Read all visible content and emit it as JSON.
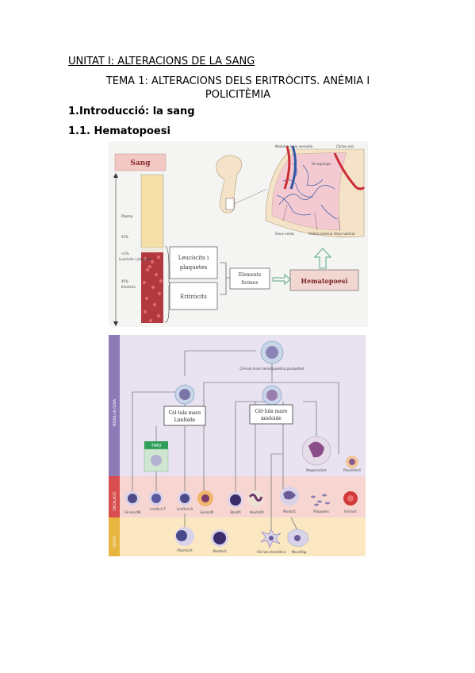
{
  "document": {
    "unit_title": "UNITAT I: ALTERACIONS DE LA SANG",
    "topic_title": "TEMA 1: ALTERACIONS DELS ERITRÒCITS. ANÉMIA I POLICITÈMIA",
    "section_intro": "1.Introducció: la sang",
    "section_hematopoesi": "1.1. Hematopoesi"
  },
  "figure1": {
    "sang_label": "Sang",
    "percent_55": "55%",
    "percent_lt1": "<1%",
    "percent_45": "45%",
    "plasma_caption": "Plasma",
    "leukocytes_caption": "Leucòcits i plaquetes",
    "rbc_caption": "Eritròcits",
    "box_leukocytes": "Leucòcits i plaquetes",
    "box_rbc": "Eritròcits",
    "box_elements": "Elements formes",
    "box_hematopoesi": "Hematopoesi",
    "bone_labels": {
      "red_marrow": "Medul·la òssia vermella",
      "cortical_bone": "Còrtex ossi",
      "trabecular_bone": "Os esponjós",
      "venous_sinus": "Sinus venós",
      "nutrient_artery": "Artèria nutrícia",
      "nutrient_vein": "Vena nutrícia"
    }
  },
  "figure2": {
    "side_bands": [
      "MEDUL·LA ÒSSIA",
      "CIRCULACIÓ",
      "TEIXITS"
    ],
    "stem_cell": "Cèl·lula mare hematopoètica pluripotent",
    "lymphoid_box": "Cèl·lula mare Limfoide",
    "myeloid_box": "Cèl·lula mare mieloide",
    "thymus": "TIMO",
    "bone_marrow_cells": [
      "Megacariòcit",
      "Proeritròcit"
    ],
    "circulation_cells": [
      "Cèl·lula NK",
      "Limfòcit T",
      "Limfòcit B",
      "Eosinòfil",
      "Basòfil",
      "Neutròfil",
      "Monòcit",
      "Plaquetes",
      "Eritròcit"
    ],
    "tissue_cells": [
      "Plasmòcit",
      "Mastòcit",
      "Cèl·lula dendrítica",
      "Macròfag"
    ]
  },
  "colors": {
    "marrow_band": "#8e7bb8",
    "circulation_band": "#d84d4d",
    "tissue_band": "#e8b640",
    "marrow_bg": "#e8e2f1",
    "circulation_bg": "#f7d6d2",
    "tissue_bg": "#fbe8c2",
    "hemato_fill": "#f2d6d2",
    "arrow_green": "#5aa88a"
  }
}
